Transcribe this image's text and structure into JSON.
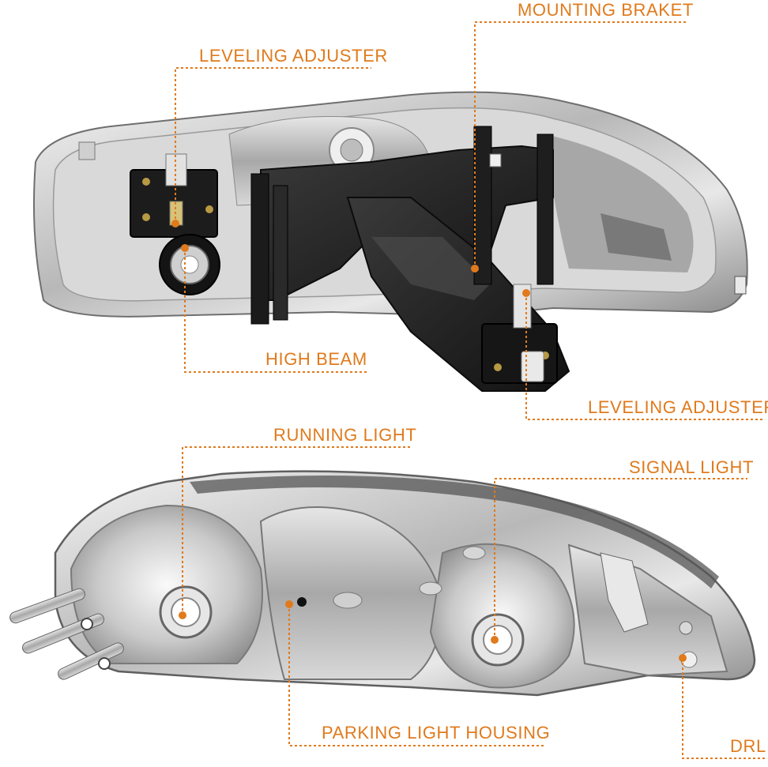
{
  "colors": {
    "accent": "#e07a1c",
    "chrome": "#c8c8c8",
    "housing_black": "#222222"
  },
  "labels": {
    "mounting_braket": "MOUNTING BRAKET",
    "leveling_adjuster_top": "LEVELING ADJUSTER",
    "high_beam": "HIGH BEAM",
    "leveling_adjuster_bottom": "LEVELING ADJUSTER",
    "running_light": "RUNNING LIGHT",
    "signal_light": "SIGNAL LIGHT",
    "parking_light_housing": "PARKING LIGHT HOUSING",
    "drl": "DRL"
  }
}
